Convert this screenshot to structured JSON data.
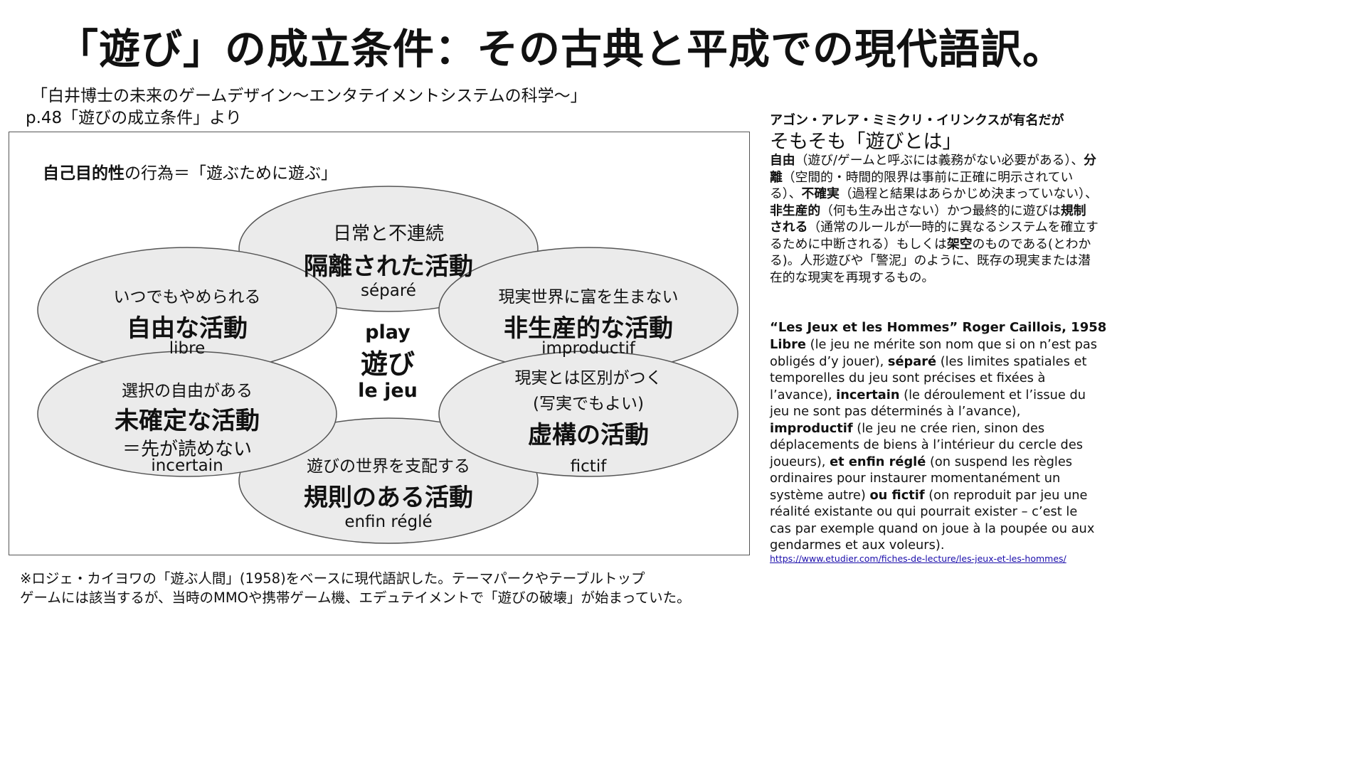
{
  "title": "「遊び」の成立条件：その古典と平成での現代語訳。",
  "source": {
    "line1": "「白井博士の未来のゲームデザイン〜エンタテイメントシステムの科学〜」",
    "line2": "p.48「遊びの成立条件」より"
  },
  "diagram": {
    "autotelic_bold": "自己目的性",
    "autotelic_rest": "の行為＝「遊ぶために遊ぶ」",
    "center": {
      "en": "play",
      "ja": "遊び",
      "fr": "le jeu"
    },
    "ellipses": [
      {
        "id": "separe",
        "line1": "日常と不連続",
        "main": "隔離された活動",
        "fr": "séparé"
      },
      {
        "id": "libre",
        "line1": "いつでもやめられる",
        "main": "自由な活動",
        "fr": "libre"
      },
      {
        "id": "improductif",
        "line1": "現実世界に富を生まない",
        "main": "非生産的な活動",
        "fr": "improductif"
      },
      {
        "id": "incertain",
        "line1": "選択の自由がある",
        "main": "未確定な活動",
        "line2": "＝先が読めない",
        "fr": "incertain"
      },
      {
        "id": "fictif",
        "line1": "現実とは区別がつく",
        "line1b": "(写実でもよい)",
        "main": "虚構の活動",
        "fr": "fictif"
      },
      {
        "id": "regle",
        "line1": "遊びの世界を支配する",
        "main": "規則のある活動",
        "fr": "enfin réglé"
      }
    ]
  },
  "footnote": {
    "line1": "※ロジェ・カイヨワの「遊ぶ人間」(1958)をベースに現代語訳した。テーマパークやテーブルトップ",
    "line2": "ゲームには該当するが、当時のMMOや携帯ゲーム機、エデュテイメントで「遊びの破壊」が始まっていた。"
  },
  "sidebar": {
    "intro": "アゴン・アレア・ミミクリ・イリンクスが有名だが",
    "heading": "そもそも「遊びとは」",
    "jp_paragraph": [
      {
        "t": "自由",
        "b": true
      },
      {
        "t": "（遊び/ゲームと呼ぶには義務がない必要がある）、",
        "b": false
      },
      {
        "t": "分離",
        "b": true
      },
      {
        "t": "（空間的・時間的限界は事前に正確に明示されている）、",
        "b": false
      },
      {
        "t": "不確実",
        "b": true
      },
      {
        "t": "（過程と結果はあらかじめ決まっていない）、",
        "b": false
      },
      {
        "t": "非生産的",
        "b": true
      },
      {
        "t": "（何も生み出さない）かつ最終的に遊びは",
        "b": false
      },
      {
        "t": "規制される",
        "b": true
      },
      {
        "t": "（通常のルールが一時的に異なるシステムを確立するために中断される）もしくは",
        "b": false
      },
      {
        "t": "架空",
        "b": true
      },
      {
        "t": "のものである(とわかる)。人形遊びや「警泥」のように、既存の現実または潜在的な現実を再現するもの。",
        "b": false
      }
    ],
    "fr_title": "“Les Jeux et les Hommes” Roger Caillois, 1958",
    "fr_paragraph": [
      {
        "t": "Libre",
        "b": true
      },
      {
        "t": " (le jeu ne mérite son nom que si on n’est pas obligés d’y jouer), ",
        "b": false
      },
      {
        "t": "séparé",
        "b": true
      },
      {
        "t": " (les limites spatiales et temporelles du jeu sont précises et fixées à l’avance), ",
        "b": false
      },
      {
        "t": "incertain",
        "b": true
      },
      {
        "t": " (le déroulement et l’issue du jeu ne sont pas déterminés à l’avance), ",
        "b": false
      },
      {
        "t": "improductif",
        "b": true
      },
      {
        "t": " (le jeu ne crée rien, sinon des déplacements de biens à l’intérieur du cercle des joueurs), ",
        "b": false
      },
      {
        "t": "et enfin réglé",
        "b": true
      },
      {
        "t": " (on suspend les règles ordinaires pour instaurer momentanément un système autre) ",
        "b": false
      },
      {
        "t": "ou fictif",
        "b": true
      },
      {
        "t": " (on reproduit par jeu une réalité existante ou qui pourrait exister – c’est le cas par exemple quand on joue à la poupée ou aux gendarmes et aux voleurs).",
        "b": false
      }
    ],
    "url": "https://www.etudier.com/fiches-de-lecture/les-jeux-et-les-hommes/"
  }
}
